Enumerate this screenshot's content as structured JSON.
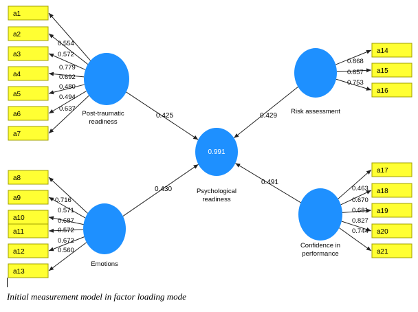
{
  "caption": "Initial measurement model in factor loading mode",
  "colors": {
    "construct": "#1e90ff",
    "indicator": "#ffff33"
  },
  "constructs": [
    {
      "id": "ptr",
      "label_lines": [
        "Post-traumatic",
        "readiness"
      ]
    },
    {
      "id": "emo",
      "label_lines": [
        "Emotions"
      ]
    },
    {
      "id": "psy",
      "label_lines": [
        "Psychological",
        "readiness"
      ],
      "r2": "0.991"
    },
    {
      "id": "risk",
      "label_lines": [
        "Risk assessment"
      ]
    },
    {
      "id": "conf",
      "label_lines": [
        "Confidence in",
        "performance"
      ]
    }
  ],
  "indicators": [
    {
      "label": "a1",
      "construct": "ptr",
      "loading": ""
    },
    {
      "label": "a2",
      "construct": "ptr",
      "loading": "0.554"
    },
    {
      "label": "a3",
      "construct": "ptr",
      "loading": "0.572"
    },
    {
      "label": "a4",
      "construct": "ptr",
      "loading": "0.779"
    },
    {
      "label": "a5",
      "construct": "ptr",
      "loading": "0.692"
    },
    {
      "label": "a6",
      "construct": "ptr",
      "loading": "0.480"
    },
    {
      "label": "a7",
      "construct": "ptr",
      "loading": "0.494"
    },
    {
      "label": "a8",
      "construct": "emo",
      "loading": ""
    },
    {
      "label": "a9",
      "construct": "emo",
      "loading": "0.716"
    },
    {
      "label": "a10",
      "construct": "emo",
      "loading": "0.571"
    },
    {
      "label": "a11",
      "construct": "emo",
      "loading": "0.687"
    },
    {
      "label": "a12",
      "construct": "emo",
      "loading": "0.572"
    },
    {
      "label": "a13",
      "construct": "emo",
      "loading": "0.672"
    },
    {
      "label": "a14",
      "construct": "risk",
      "loading": "0.868"
    },
    {
      "label": "a15",
      "construct": "risk",
      "loading": "0.857"
    },
    {
      "label": "a16",
      "construct": "risk",
      "loading": "0.753"
    },
    {
      "label": "a17",
      "construct": "conf",
      "loading": "0.463"
    },
    {
      "label": "a18",
      "construct": "conf",
      "loading": "0.670"
    },
    {
      "label": "a19",
      "construct": "conf",
      "loading": "0.681"
    },
    {
      "label": "a20",
      "construct": "conf",
      "loading": "0.827"
    },
    {
      "label": "a21",
      "construct": "conf",
      "loading": "0.744"
    }
  ],
  "floating_loadings": [
    {
      "construct": "ptr",
      "value": "0.637"
    },
    {
      "construct": "emo",
      "value": "0.560"
    }
  ],
  "paths": [
    {
      "from": "ptr",
      "to": "psy",
      "coefficient": "0.425"
    },
    {
      "from": "emo",
      "to": "psy",
      "coefficient": "0.430"
    },
    {
      "from": "risk",
      "to": "psy",
      "coefficient": "0.429"
    },
    {
      "from": "conf",
      "to": "psy",
      "coefficient": "0.491"
    }
  ]
}
